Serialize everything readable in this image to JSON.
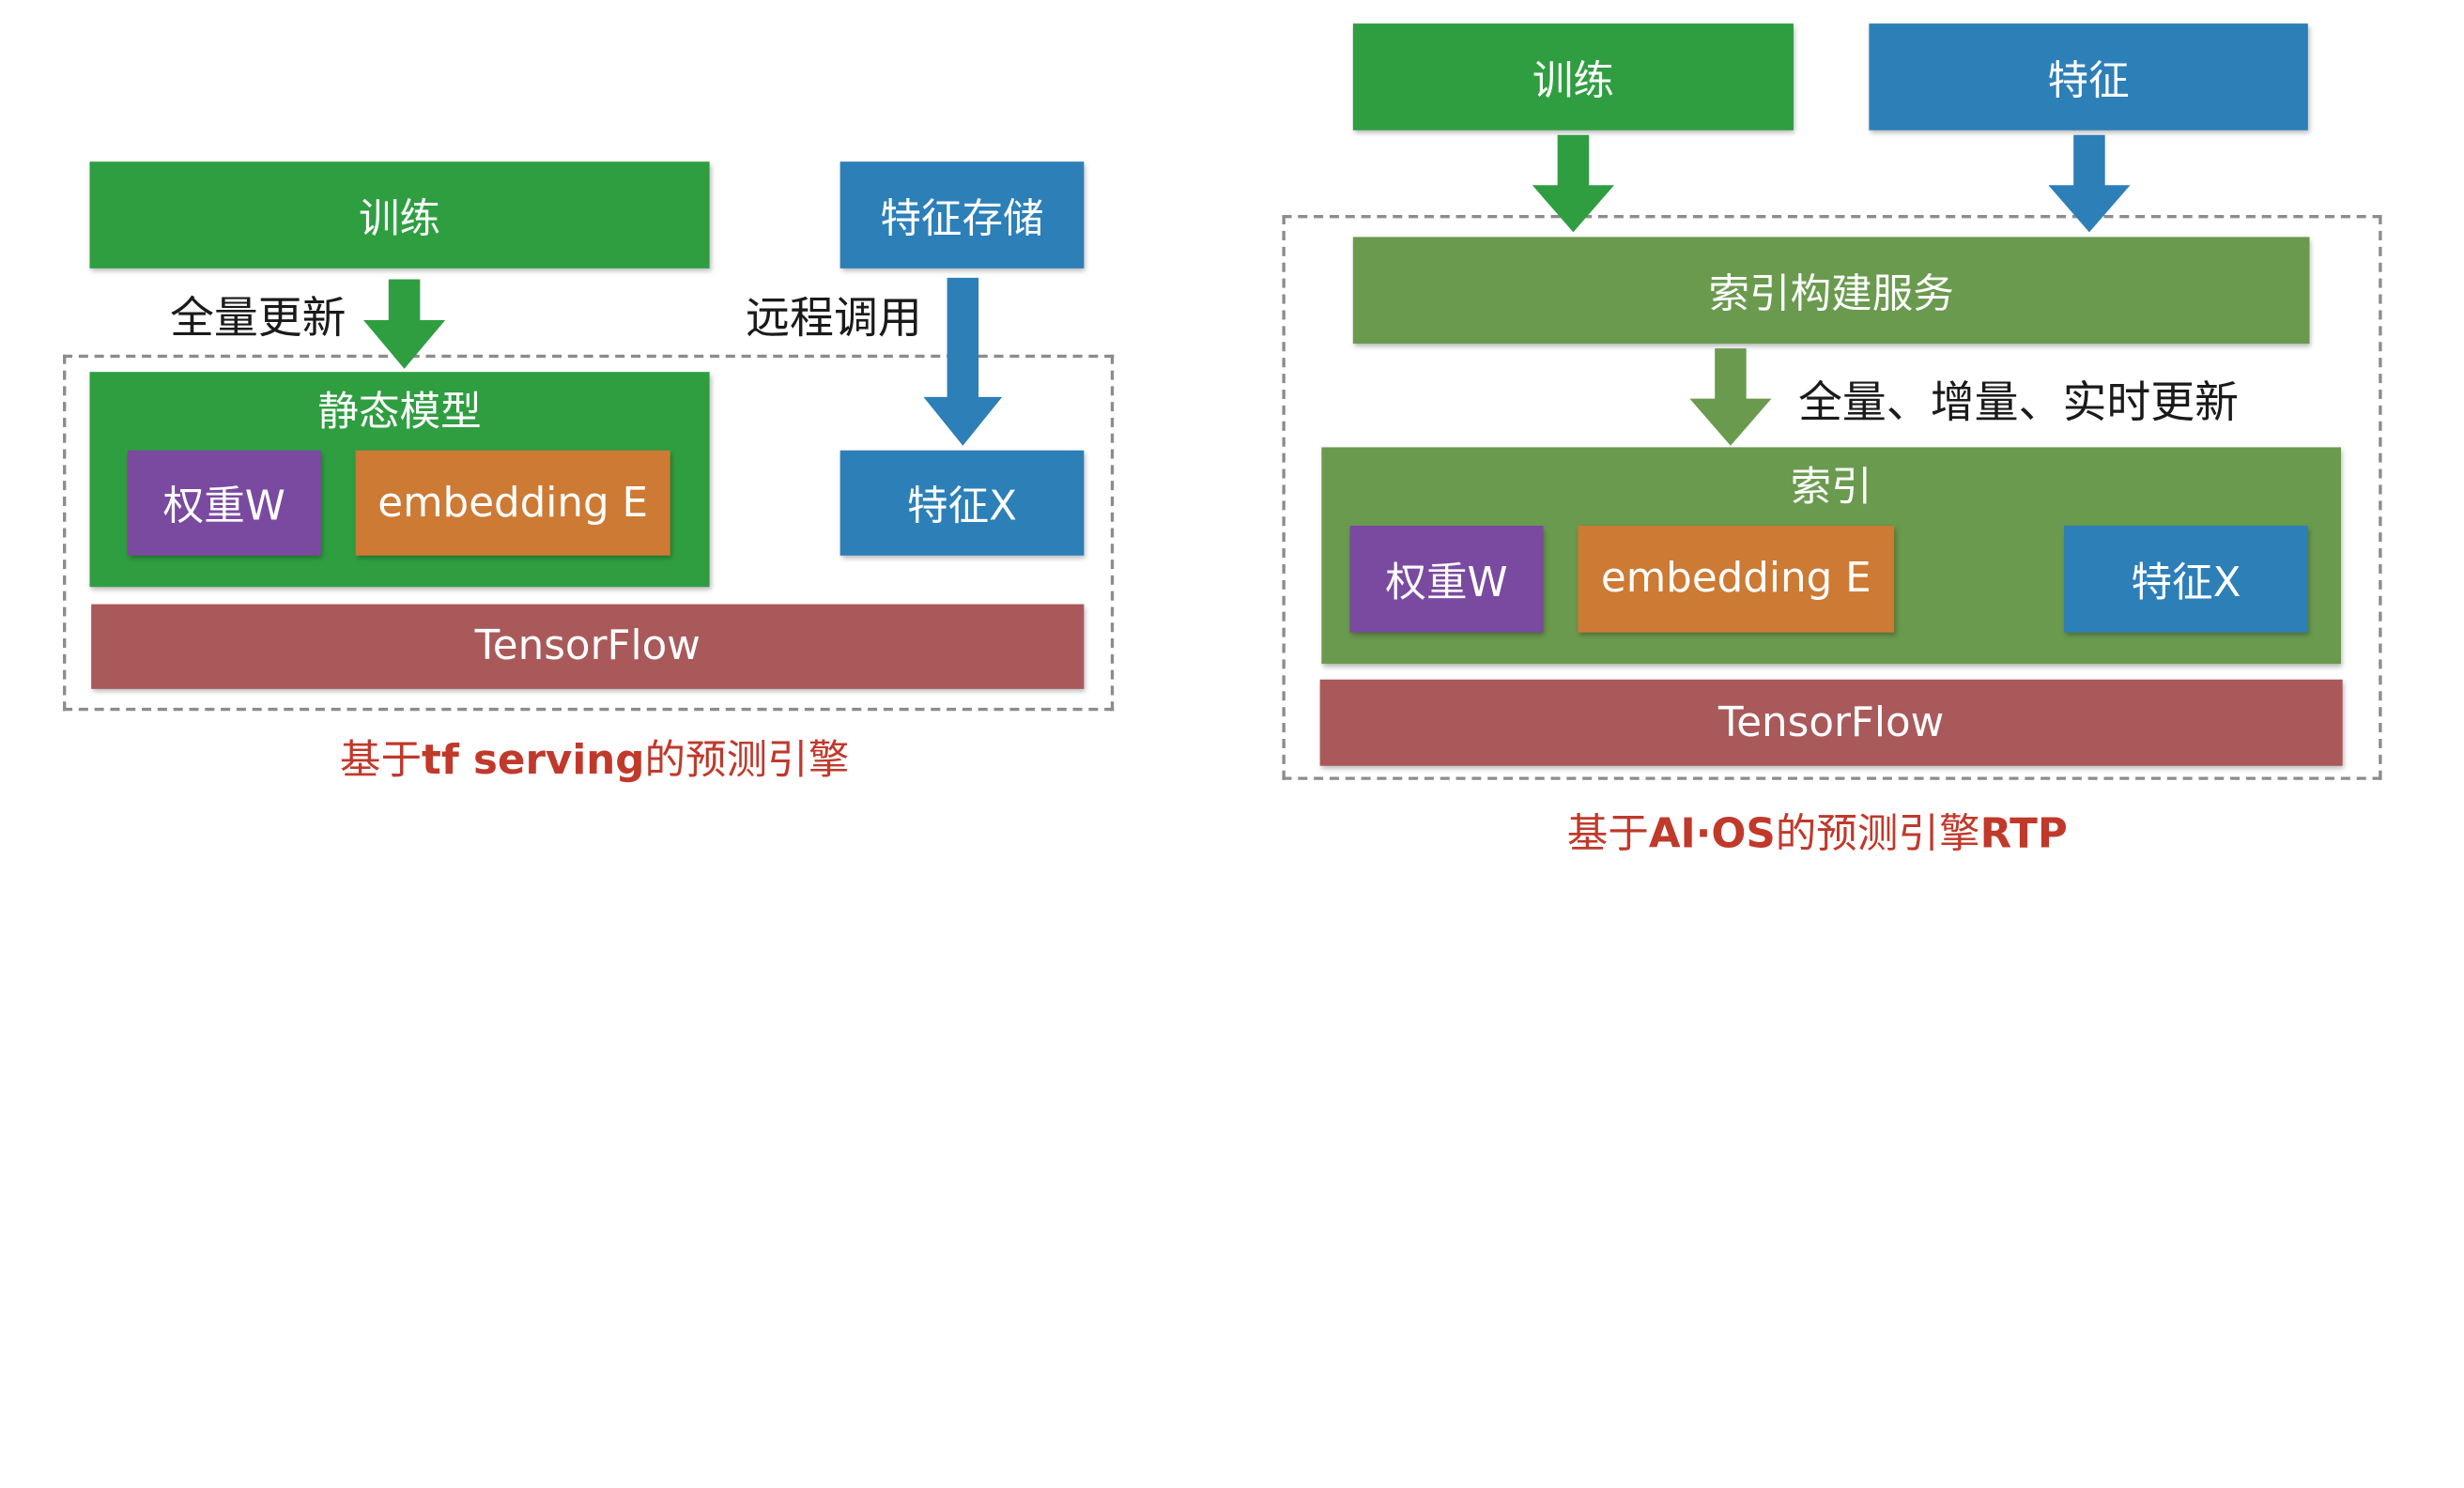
{
  "left": {
    "train": "训练",
    "feature_store": "特征存储",
    "full_update": "全量更新",
    "remote_call": "远程调用",
    "static_model": "静态模型",
    "weight": "权重W",
    "embedding": "embedding E",
    "feature": "特征X",
    "engine": "TensorFlow",
    "caption_pre": "基于",
    "caption_bold": "tf serving",
    "caption_post": "的预测引擎"
  },
  "right": {
    "train": "训练",
    "feature": "特征",
    "index_service": "索引构建服务",
    "update_label": "全量、增量、实时更新",
    "index": "索引",
    "weight": "权重W",
    "embedding": "embedding E",
    "feature_x": "特征X",
    "engine": "TensorFlow",
    "caption_pre": "基于",
    "caption_bold": "AI·OS",
    "caption_mid": "的预测引擎",
    "caption_bold2": "RTP"
  },
  "colors": {
    "green": "#2f9e41",
    "olive": "#6a9a4e",
    "blue": "#2d7fb8",
    "purple": "#7a4aa0",
    "orange": "#cd7a34",
    "red": "#a9595a",
    "caption": "#c0392b"
  }
}
